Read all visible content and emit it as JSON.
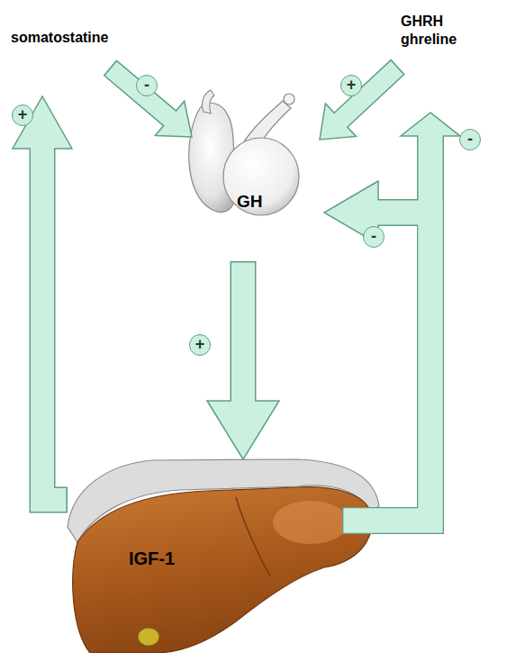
{
  "diagram": {
    "nodes": [
      {
        "text": [
          "somatostatine"
        ]
      },
      {
        "text": [
          "GHRH ghreline"
        ]
      },
      {
        "text": [
          "GH"
        ]
      },
      {
        "text": [
          "IGF-1"
        ]
      }
    ],
    "edges": [
      {
        "from": 0,
        "to": 2,
        "arrow": "to",
        "label": "-"
      },
      {
        "from": 1,
        "to": 2,
        "arrow": "to",
        "label": "+"
      },
      {
        "from": 2,
        "to": 3,
        "arrow": "to",
        "label": "+"
      },
      {
        "from": 3,
        "to": 0,
        "arrow": "to",
        "label": "+"
      },
      {
        "from": 3,
        "to": 2,
        "arrow": "to",
        "label": "-"
      },
      {
        "from": 3,
        "to": 1,
        "arrow": "to",
        "label": "-"
      }
    ]
  }
}
